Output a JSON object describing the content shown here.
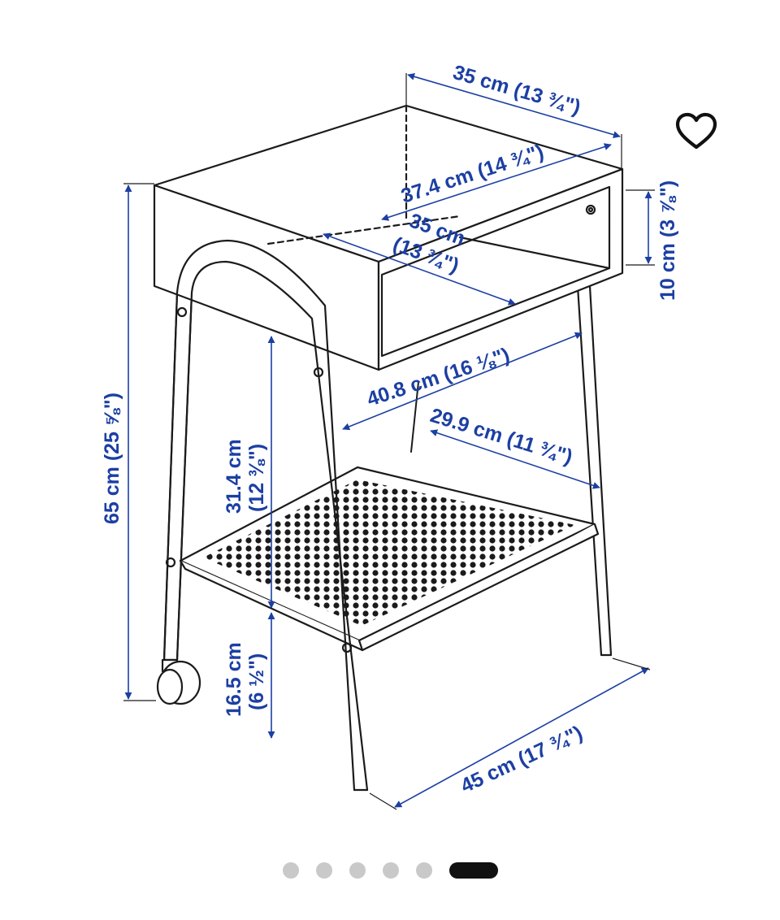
{
  "colors": {
    "dimension": "#1c3fa3",
    "line": "#1b1b1b",
    "background": "#ffffff",
    "dot_inactive": "#c9c9c9",
    "dot_active": "#111111"
  },
  "icons": {
    "favorite": "heart-outline-icon"
  },
  "dimensions": {
    "top_width": "35 cm (13 ¾\")",
    "top_diagonal": "37.4 cm (14 ¾\")",
    "inner_depth_line1": "35 cm",
    "inner_depth_line2": "(13 ¾\")",
    "drawer_height": "10 cm (3 ⅞\")",
    "total_height": "65 cm (25 ⅝\")",
    "base_diagonal": "40.8 cm (16 ⅛\")",
    "shelf_depth": "29.9 cm (11 ¾\")",
    "shelf_height_line1": "31.4 cm",
    "shelf_height_line2": "(12 ⅜\")",
    "floor_clearance_line1": "16.5 cm",
    "floor_clearance_line2": "(6 ½\")",
    "base_width": "45 cm (17 ¾\")"
  },
  "pager": {
    "total": 6,
    "active_index": 5
  }
}
